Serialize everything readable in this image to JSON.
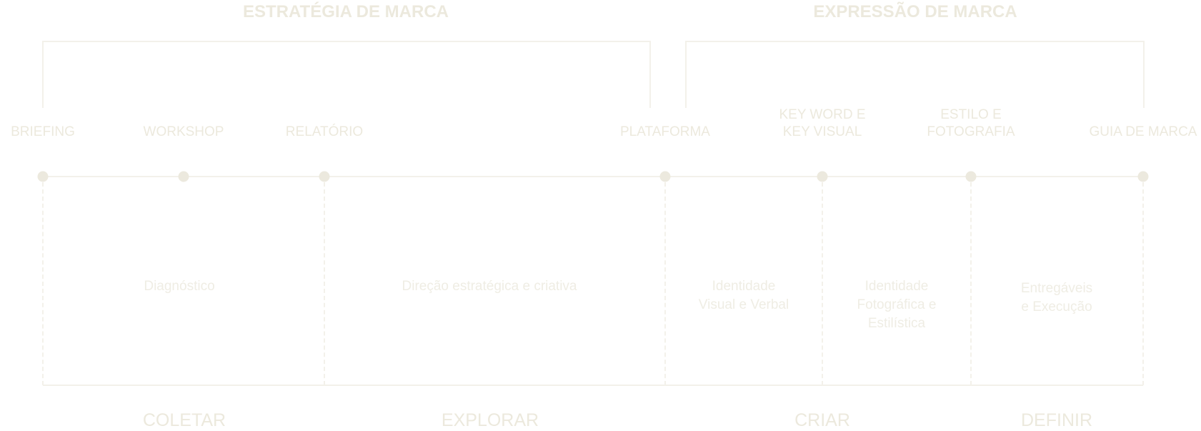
{
  "titles": {
    "strategy": "ESTRATÉGIA DE MARCA",
    "expression": "EXPRESSÃO DE MARCA"
  },
  "milestones": [
    "BRIEFING",
    "WORKSHOP",
    "RELATÓRIO",
    "PLATAFORMA",
    [
      "KEY WORD E",
      "KEY VISUAL"
    ],
    [
      "ESTILO E",
      "FOTOGRAFIA"
    ],
    "GUIA DE MARCA"
  ],
  "stages": {
    "diagnostico": "Diagnóstico",
    "direcao": "Direção estratégica e criativa",
    "identidade_visual": [
      "Identidade",
      "Visual e Verbal"
    ],
    "identidade_foto": [
      "Identidade",
      "Fotográfica e",
      "Estilística"
    ],
    "entregaveis": [
      "Entregáveis",
      "e Execução"
    ]
  },
  "phases": [
    "COLETAR",
    "EXPLORAR",
    "CRIAR",
    "DEFINIR"
  ],
  "colors": {
    "text": "#ece9dd",
    "line": "#f3f1ea",
    "dot": "#ece9de"
  }
}
